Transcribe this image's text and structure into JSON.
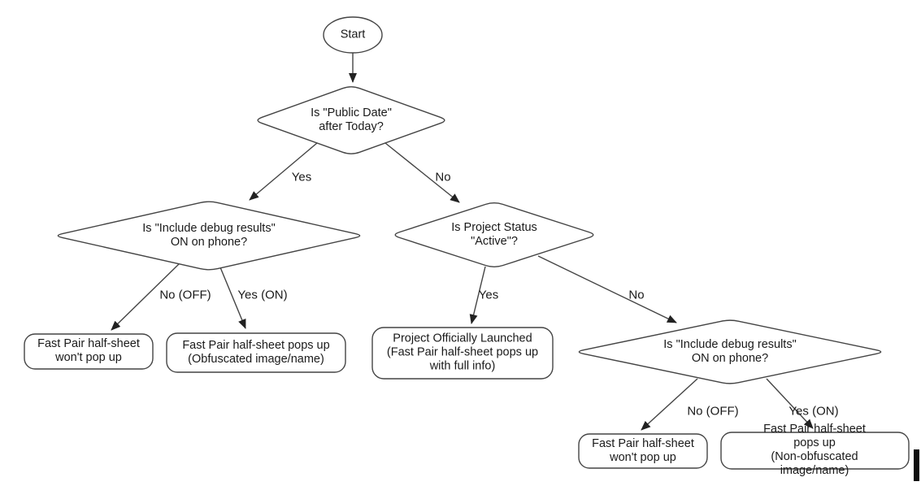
{
  "colors": {
    "stroke": "#444444",
    "text": "#1a1a1a",
    "background": "#ffffff",
    "arrowhead": "#222222"
  },
  "nodes": {
    "start": {
      "type": "terminator",
      "label": "Start"
    },
    "public_date": {
      "type": "decision",
      "label": "Is \"Public Date\"\nafter Today?"
    },
    "debug_left": {
      "type": "decision",
      "label": "Is \"Include debug results\"\nON on phone?"
    },
    "project_status": {
      "type": "decision",
      "label": "Is Project Status\n\"Active\"?"
    },
    "debug_right": {
      "type": "decision",
      "label": "Is \"Include debug results\"\nON on phone?"
    },
    "no_popup_left": {
      "type": "result",
      "label": "Fast Pair half-sheet\nwon't pop up"
    },
    "obfuscated_popup": {
      "type": "result",
      "label": "Fast Pair half-sheet pops up\n(Obfuscated image/name)"
    },
    "launched": {
      "type": "result",
      "label": "Project Officially Launched\n(Fast Pair half-sheet pops up\nwith full info)"
    },
    "no_popup_right": {
      "type": "result",
      "label": "Fast Pair half-sheet\nwon't pop up"
    },
    "non_obfuscated_popup": {
      "type": "result",
      "label": "Fast Pair half-sheet pops up\n(Non-obfuscated image/name)"
    }
  },
  "edge_labels": {
    "public_date_yes": "Yes",
    "public_date_no": "No",
    "debug_left_no": "No (OFF)",
    "debug_left_yes": "Yes (ON)",
    "project_status_yes": "Yes",
    "project_status_no": "No",
    "debug_right_no": "No (OFF)",
    "debug_right_yes": "Yes (ON)"
  }
}
